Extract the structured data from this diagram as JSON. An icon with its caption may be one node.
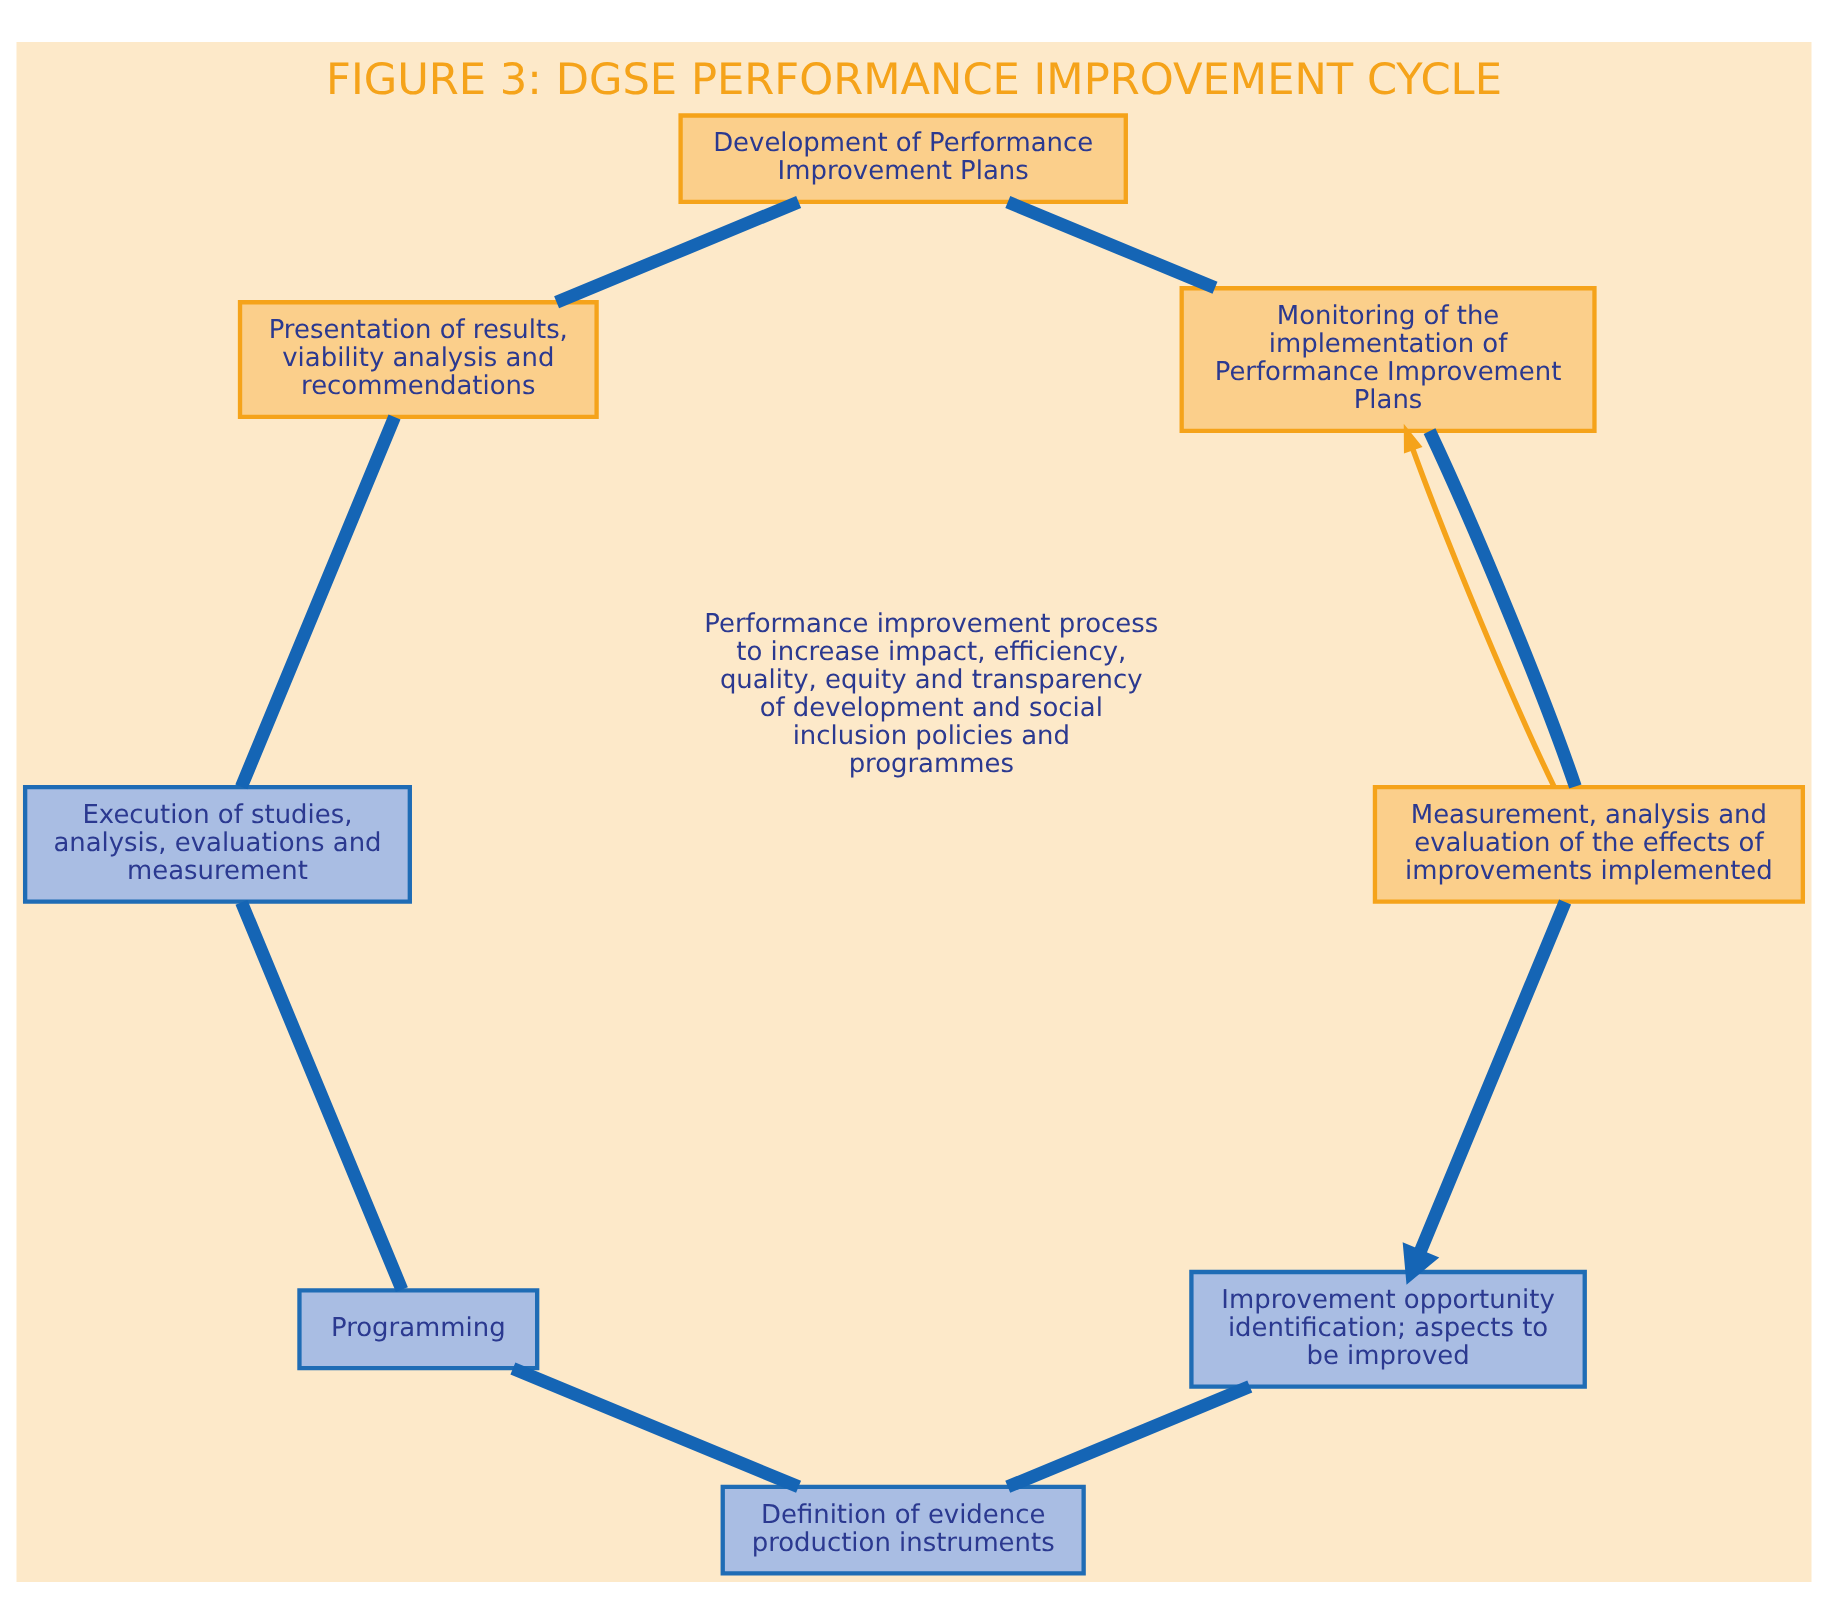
{
  "diagram": {
    "title": "FIGURE 3: DGSE PERFORMANCE IMPROVEMENT CYCLE",
    "nodes": [
      {
        "text": [
          "Improvement opportunity identification; aspects to be improved"
        ]
      },
      {
        "text": [
          "Definition of evidence production instruments"
        ]
      },
      {
        "text": [
          "Programming"
        ]
      },
      {
        "text": [
          "Execution of studies, analysis, evaluations and measurement"
        ]
      },
      {
        "text": [
          "Presentation of results, viability analysis and recommendations"
        ]
      },
      {
        "text": [
          "Development of Performance Improvement Plans"
        ]
      },
      {
        "text": [
          "Monitoring of the implementation of Performance Improvement Plans"
        ]
      },
      {
        "text": [
          "Measurement, analysis and evaluation of the effects of improvements implemented"
        ]
      }
    ],
    "edges": [
      {
        "from": 0,
        "to": 1,
        "arrow": "none"
      },
      {
        "from": 1,
        "to": 2,
        "arrow": "none"
      },
      {
        "from": 2,
        "to": 3,
        "arrow": "none"
      },
      {
        "from": 3,
        "to": 4,
        "arrow": "none"
      },
      {
        "from": 4,
        "to": 5,
        "arrow": "none"
      },
      {
        "from": 5,
        "to": 6,
        "arrow": "none"
      },
      {
        "from": 6,
        "to": 7,
        "arrow": "none"
      },
      {
        "from": 7,
        "to": 0,
        "arrow": "to"
      },
      {
        "from": 7,
        "to": 6,
        "arrow": "to",
        "color": "#f5a31a"
      }
    ],
    "labels": [
      "Performance improvement process to increase impact, efficiency, quality, equity and transparency of development and social inclusion policies and programmes"
    ]
  }
}
